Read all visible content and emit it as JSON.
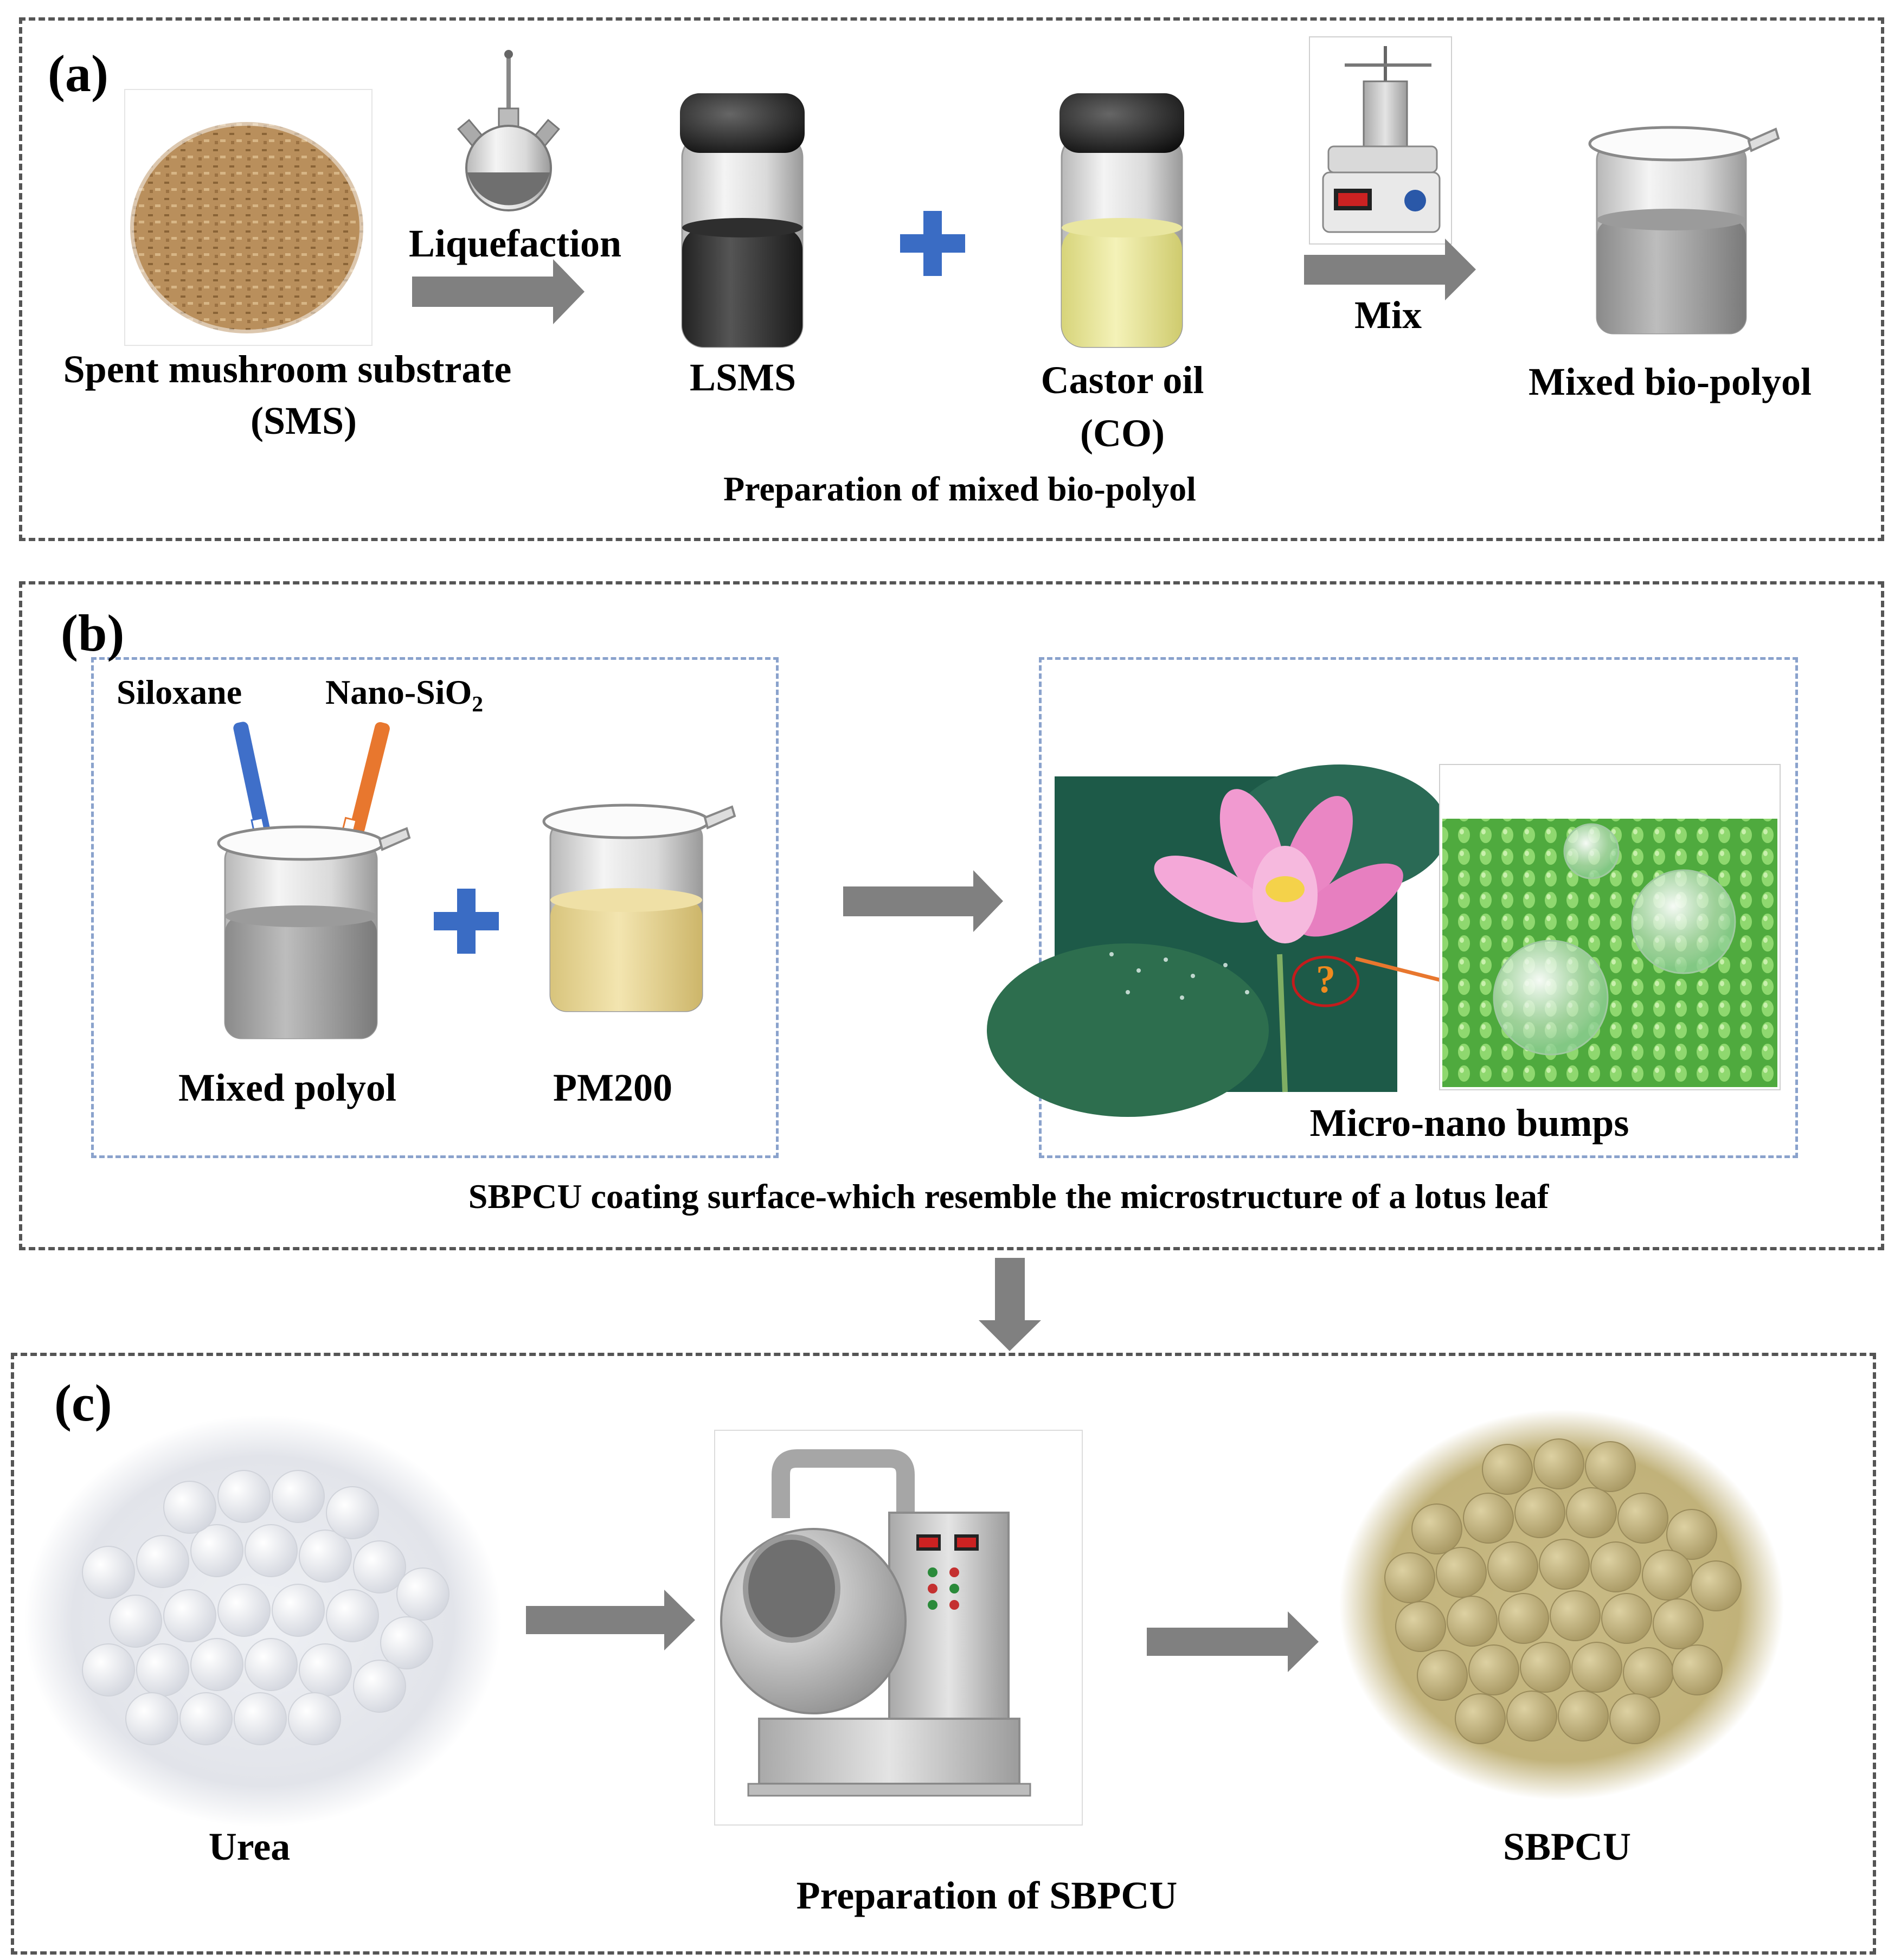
{
  "panel_a": {
    "label": "(a)",
    "sms_label_line1": "Spent mushroom substrate",
    "sms_label_line2": "(SMS)",
    "liquefaction": "Liquefaction",
    "lsms": "LSMS",
    "plus": "+",
    "castor_line1": "Castor oil",
    "castor_line2": "(CO)",
    "mix": "Mix",
    "mixed_biopolyol": "Mixed bio-polyol",
    "caption": "Preparation of mixed bio-polyol"
  },
  "panel_b": {
    "label": "(b)",
    "siloxane": "Siloxane",
    "nano_sio2": "Nano-SiO",
    "nano_sio2_sub": "2",
    "mixed_polyol": "Mixed polyol",
    "pm200": "PM200",
    "question": "?",
    "micro_nano": "Micro-nano bumps",
    "caption": "SBPCU coating surface-which resemble the microstructure of a lotus leaf"
  },
  "panel_c": {
    "label": "(c)",
    "urea": "Urea",
    "sbpcu": "SBPCU",
    "caption": "Preparation of SBPCU"
  },
  "colors": {
    "arrow": "#808080",
    "plus": "#3a6cc4",
    "dashed_border": "#555555",
    "subpanel_border": "#8aa2cc",
    "siloxane_rod": "#3f6fc9",
    "nano_rod": "#e8772e",
    "castor_oil": "#ecea9e",
    "pm200_liquid": "#e9d79a",
    "lsms_liquid": "#3a3a3a"
  },
  "icons": [
    "flask-icon",
    "beaker-icon",
    "vial-icon",
    "stirrer-icon",
    "lotus-icon",
    "droplet-icon",
    "coating-machine-icon"
  ]
}
